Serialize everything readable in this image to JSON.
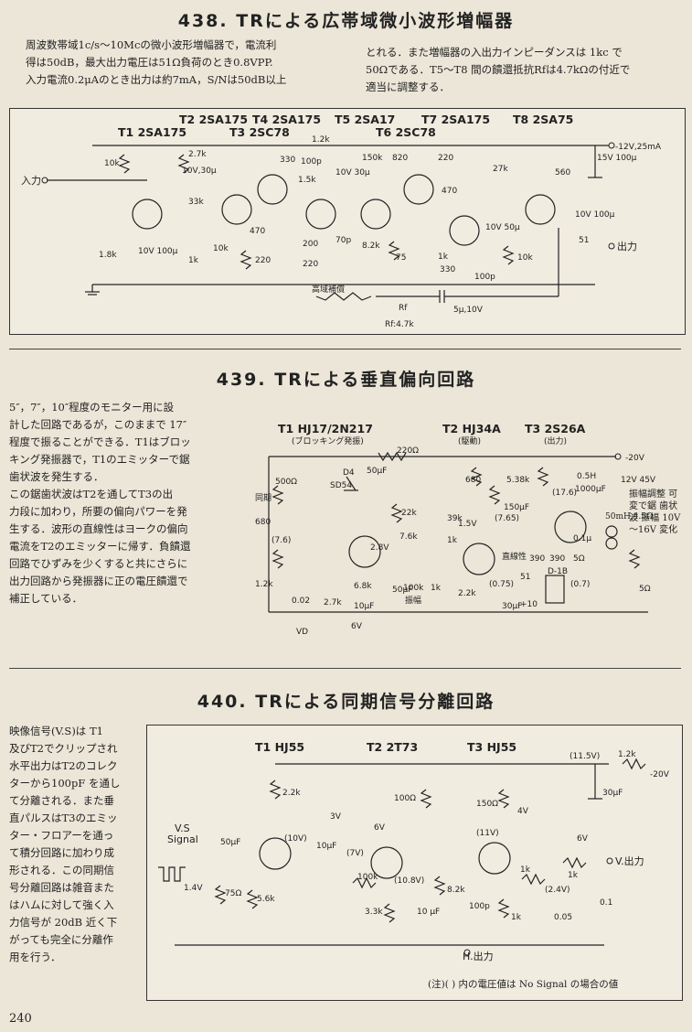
{
  "section438": {
    "title": "438. TRによる広帯域微小波形増幅器",
    "text_left": [
      "周波数帯域1c/s～10Mcの微小波形増幅器で，電流利",
      "得は50dB，最大出力電圧は51Ω負荷のとき0.8VPP.",
      "入力電流0.2μAのとき出力は約7mA，S/Nは50dB以上"
    ],
    "text_right": [
      "とれる．また増幅器の入出力インピーダンスは 1kc で",
      "50Ωである．T5～T8 間の饋還抵抗Rfは4.7kΩの付近で",
      "適当に調整する．"
    ],
    "transistors": [
      "T1 2SA175",
      "T2 2SA175",
      "T3 2SC78",
      "T4 2SA175",
      "T5 2SA17",
      "T6 2SC78",
      "T7 2SA175",
      "T8 2SA75"
    ],
    "labels": {
      "input": "入力",
      "output": "出力",
      "supply": "-12V,25mA",
      "hf_comp": "高域補償",
      "rf": "Rf",
      "rf_val": "Rf:4.7k",
      "cap_fb": "5μ,10V",
      "r10k": "10k",
      "r1_8k": "1.8k",
      "r2_7k": "2.7k",
      "r33k": "33k",
      "r1k": "1k",
      "c10v100": "10V 100μ",
      "c10v30": "10V,30μ",
      "r330": "330",
      "r470": "470",
      "r220": "220",
      "r1_2k": "1.2k",
      "c100p": "100p",
      "r1_5k": "1.5k",
      "c10v30b": "10V 30μ",
      "r200": "200",
      "c70p": "70p",
      "r8_2k": "8.2k",
      "r75": "75",
      "r150k": "150k",
      "r820": "820",
      "r27k": "27k",
      "r560": "560",
      "c15v100": "15V 100μ",
      "c10v50": "10V 50μ",
      "r51": "51"
    }
  },
  "section439": {
    "title": "439. TRによる垂直偏向回路",
    "text": [
      "5″，7″，10″程度のモニター用に設",
      "計した回路であるが，このままで 17″",
      "程度で振ることができる．T1はブロッ",
      "キング発振器で，T1のエミッターで鋸",
      "歯状波を発生する．",
      "この鋸歯状波はT2を通してT3の出",
      "力段に加わり，所要の偏向パワーを発",
      "生する．波形の直線性はヨークの偏向",
      "電流をT2のエミッターに帰す．負饋還",
      "回路でひずみを少くすると共にさらに",
      "出力回路から発振器に正の電圧饋還で",
      "補正している．"
    ],
    "labels": {
      "t1": "T1 HJ17/2N217",
      "t1_sub": "(ブロッキング発振)",
      "t2": "T2 HJ34A",
      "t2_sub": "(駆動)",
      "t3": "T3 2S26A",
      "t3_sub": "(出力)",
      "r220": "220Ω",
      "c50": "50μF",
      "supply": "-20V",
      "d4": "D4",
      "sd54": "SD54",
      "sync": "同期",
      "r500": "500Ω",
      "r680": "680",
      "r1_2k": "1.2k",
      "v7_6": "(7.6)",
      "c0_02": "0.02",
      "r2_7k": "2.7k",
      "c10": "10μF",
      "r6_8k": "6.8k",
      "v2_8": "2.8V",
      "r22k": "22k",
      "r7_6k": "7.6k",
      "r100k": "100k",
      "amp": "振幅",
      "r1k": "1k",
      "r39k": "39k",
      "v1_5": "1.5V",
      "r2_2k": "2.2k",
      "lin": "直線性",
      "r5_38k": "5.38k",
      "v7_65": "(7.65)",
      "c150": "150μF",
      "v17_6": "(17.6)",
      "l0_5h": "0.5H",
      "c1000": "1000μF",
      "v12_45": "12V 45V",
      "adj": "振幅調整 可変で鋸 歯状波 振幅 10V～16V 変化",
      "r390": "390",
      "r5": "5Ω",
      "c0_1": "0.1μ",
      "yoke": "50mH,4.5Ω",
      "r5b": "5Ω",
      "r51": "51",
      "d1b": "D-1B",
      "c30": "30μF",
      "v0_75": "(0.75)",
      "v0_7": "(0.7)",
      "vd": "VD",
      "v6": "6V",
      "r10": "+10"
    }
  },
  "section440": {
    "title": "440. TRによる同期信号分離回路",
    "text": [
      "映像信号(V.S)は T1",
      "及びT2でクリップされ",
      "水平出力はT2のコレク",
      "ターから100pF を通し",
      "て分離される．また垂",
      "直パルスはT3のエミッ",
      "ター・フロアーを通っ",
      "て積分回路に加わり成",
      "形される．この同期信",
      "号分離回路は雑音また",
      "はハムに対して強く入",
      "力信号が 20dB 近く下",
      "がっても完全に分離作",
      "用を行う．"
    ],
    "labels": {
      "t1": "T1 HJ55",
      "t2": "T2 2T73",
      "t3": "T3 HJ55",
      "vs": "V.S",
      "signal": "Signal",
      "v1_4": "1.4V",
      "c50": "50μF",
      "r75": "75Ω",
      "r5_6k": "5.6k",
      "r2_2k": "2.2k",
      "v3": "3V",
      "v10": "(10V)",
      "c10": "10μF",
      "v7": "(7V)",
      "r100": "100Ω",
      "v6": "6V",
      "r100k": "100k",
      "v10_8": "(10.8V)",
      "r3_3k": "3.3k",
      "c10b": "10 μF",
      "r8_2k": "8.2k",
      "c100p": "100p",
      "hout": "H.出力",
      "r150": "150Ω",
      "v4": "4V",
      "v11": "(11V)",
      "r1k": "1k",
      "r1kb": "1k",
      "v11_5": "(11.5V)",
      "r1_2k": "1.2k",
      "supply": "-20V",
      "c30": "30μF",
      "v6b": "6V",
      "r1kc": "1k",
      "v2_4": "(2.4V)",
      "c0_05": "0.05",
      "c0_1": "0.1",
      "vout": "V.出力"
    },
    "note": "(注)( ) 内の電圧値は No Signal の場合の値"
  },
  "page_number": "240"
}
